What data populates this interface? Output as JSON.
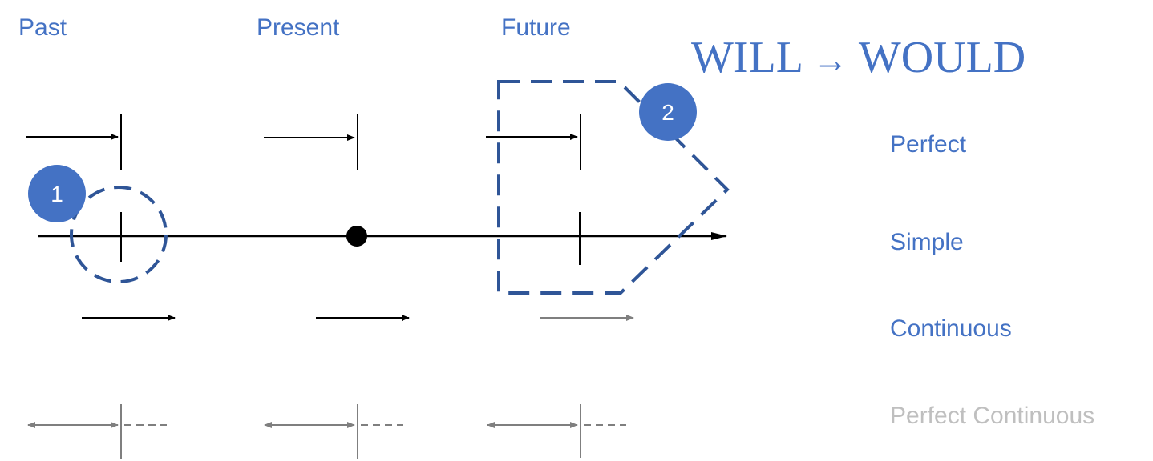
{
  "headers": {
    "past": "Past",
    "present": "Present",
    "future": "Future"
  },
  "title": {
    "from": "WILL",
    "arrow": "→",
    "to": "WOULD"
  },
  "aspects": {
    "perfect": "Perfect",
    "simple": "Simple",
    "continuous": "Continuous",
    "perfect_continuous": "Perfect Continuous"
  },
  "badges": {
    "one": "1",
    "two": "2"
  },
  "colors": {
    "accent": "#4472c4",
    "dash": "#2f5597",
    "badge": "#4472c4",
    "line": "#000000",
    "muted_line": "#7f7f7f",
    "muted_text": "#bfbfbf"
  }
}
